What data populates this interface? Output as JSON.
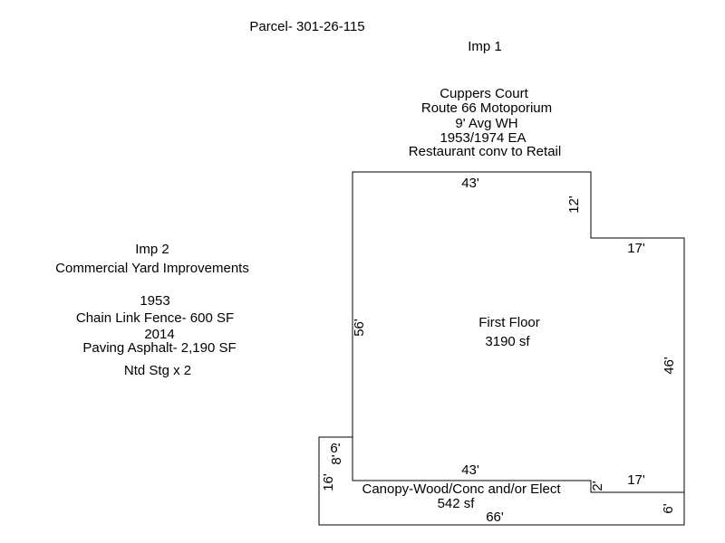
{
  "parcel": "Parcel- 301-26-115",
  "imp1": {
    "label": "Imp 1",
    "lines": [
      "Cuppers Court",
      "Route 66 Motoporium",
      "9' Avg WH",
      "1953/1974 EA",
      "Restaurant conv to Retail"
    ]
  },
  "imp2": {
    "label": "Imp 2",
    "title": "Commercial Yard Improvements",
    "items": [
      "1953",
      "Chain Link Fence- 600 SF",
      "2014",
      "Paving Asphalt- 2,190 SF",
      "Ntd Stg x 2"
    ]
  },
  "first_floor": {
    "name": "First Floor",
    "area": "3190 sf"
  },
  "canopy": {
    "name": "Canopy-Wood/Conc and/or Elect",
    "area": "542 sf"
  },
  "dimensions": {
    "top": "43'",
    "notch_vertical": "12'",
    "notch_horizontal": "17'",
    "left": "56'",
    "right": "46'",
    "bottom_main": "43'",
    "bottom_right_step": "17'",
    "step_small": "2'",
    "canopy_left_upper": "6'",
    "canopy_left_small": "8'",
    "canopy_left": "16'",
    "canopy_bottom": "66'",
    "canopy_right": "6'"
  }
}
